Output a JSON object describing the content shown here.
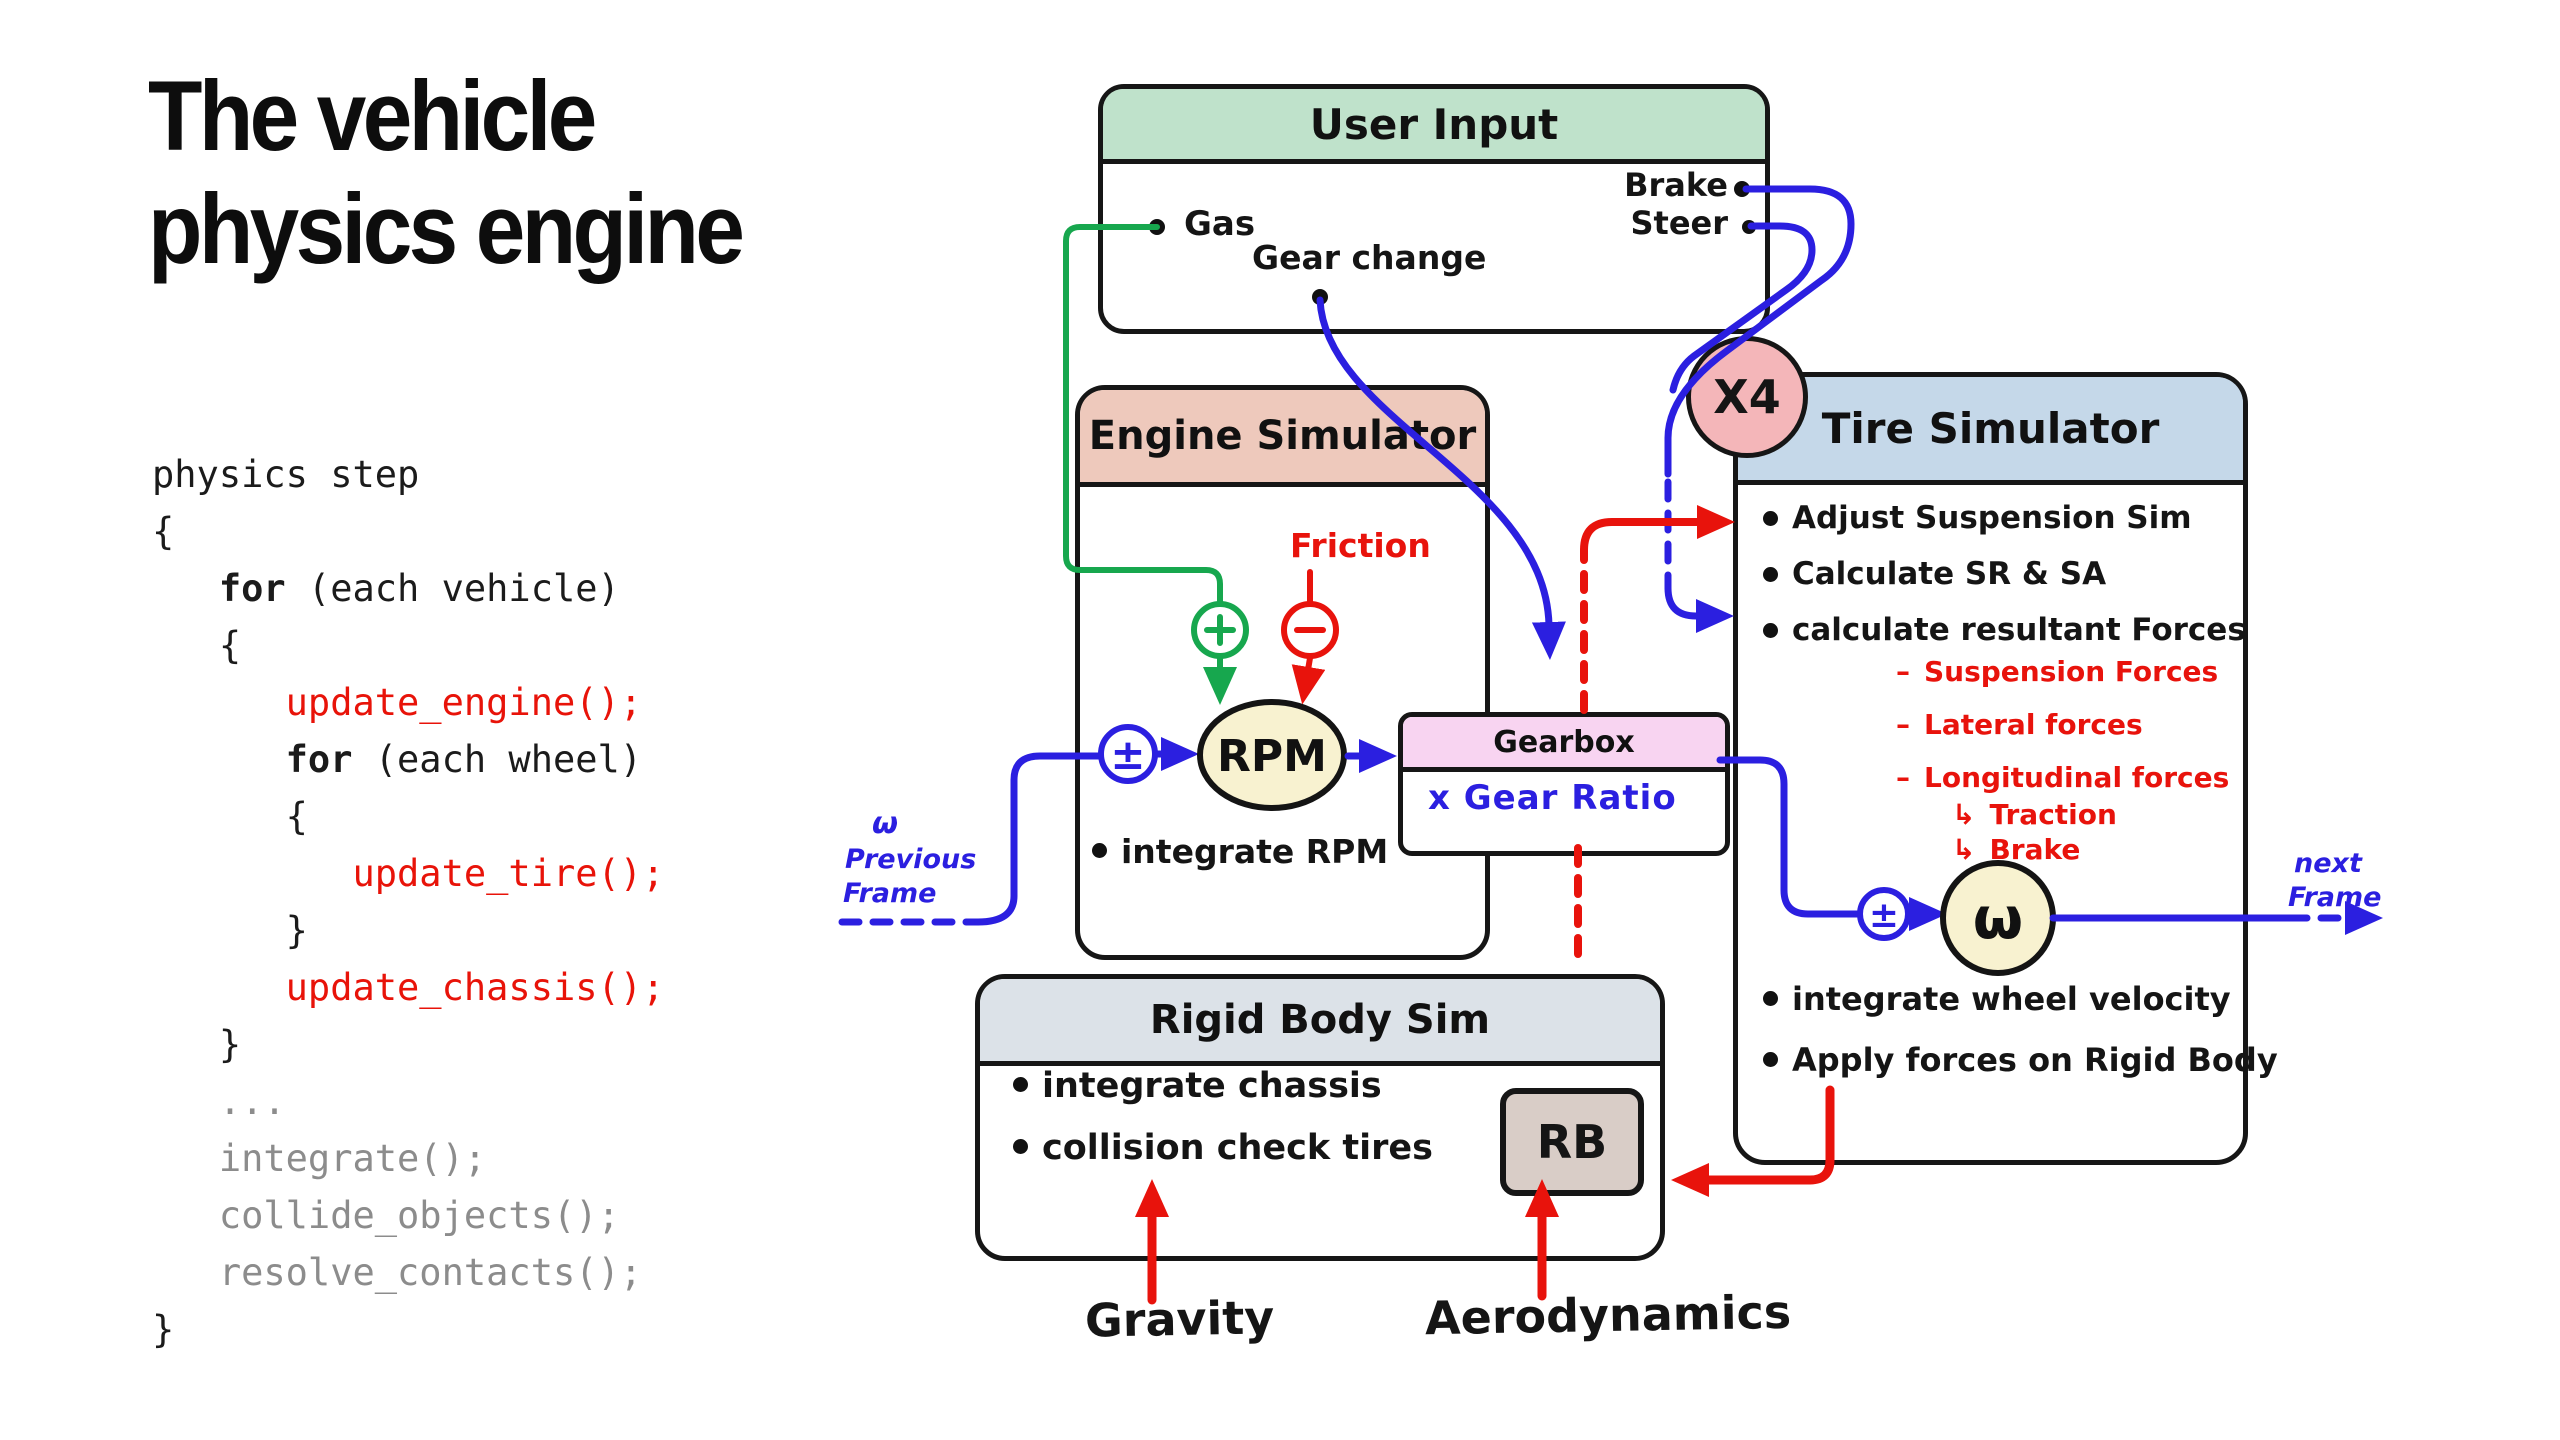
{
  "title": {
    "line1": "The vehicle",
    "line2": "physics engine"
  },
  "code": {
    "lines": [
      [
        {
          "t": "physics step",
          "c": "k"
        }
      ],
      [
        {
          "t": "{",
          "c": "k"
        }
      ],
      [
        {
          "t": "   ",
          "c": "k"
        },
        {
          "t": "for",
          "c": "k",
          "b": 1
        },
        {
          "t": " (each vehicle)",
          "c": "k"
        }
      ],
      [
        {
          "t": "   {",
          "c": "k"
        }
      ],
      [
        {
          "t": "      ",
          "c": "k"
        },
        {
          "t": "update_engine();",
          "c": "r"
        }
      ],
      [
        {
          "t": "      ",
          "c": "k"
        },
        {
          "t": "for",
          "c": "k",
          "b": 1
        },
        {
          "t": " (each wheel)",
          "c": "k"
        }
      ],
      [
        {
          "t": "      {",
          "c": "k"
        }
      ],
      [
        {
          "t": "         ",
          "c": "k"
        },
        {
          "t": "update_tire();",
          "c": "r"
        }
      ],
      [
        {
          "t": "      }",
          "c": "k"
        }
      ],
      [
        {
          "t": "      ",
          "c": "k"
        },
        {
          "t": "update_chassis();",
          "c": "r"
        }
      ],
      [
        {
          "t": "   }",
          "c": "k"
        }
      ],
      [
        {
          "t": "   ...",
          "c": "g"
        }
      ],
      [
        {
          "t": "   integrate();",
          "c": "g"
        }
      ],
      [
        {
          "t": "   collide_objects();",
          "c": "g"
        }
      ],
      [
        {
          "t": "   resolve_contacts();",
          "c": "g"
        }
      ],
      [
        {
          "t": "}",
          "c": "k"
        }
      ]
    ]
  },
  "diagram": {
    "user_input": {
      "title": "User Input",
      "gas": "Gas",
      "brake": "Brake",
      "steer": "Steer",
      "gear_change": "Gear change"
    },
    "engine": {
      "title": "Engine Simulator",
      "friction": "Friction",
      "rpm": "RPM",
      "bullet": "integrate RPM",
      "pm": "±"
    },
    "gearbox": {
      "title": "Gearbox",
      "body": "x  Gear Ratio"
    },
    "tire": {
      "title": "Tire Simulator",
      "badge": "X4",
      "bullets": [
        "Adjust Suspension Sim",
        "Calculate SR & SA",
        "calculate resultant Forces"
      ],
      "force_items": [
        "Suspension Forces",
        "Lateral forces",
        "Longitudinal forces"
      ],
      "force_subitems": [
        "Traction",
        "Brake"
      ],
      "pm": "±",
      "omega": "ω",
      "bottom_bullets": [
        "integrate wheel velocity",
        "Apply forces on Rigid Body"
      ]
    },
    "rigid": {
      "title": "Rigid Body Sim",
      "bullets": [
        "integrate chassis",
        "collision check tires"
      ],
      "badge": "RB"
    },
    "labels": {
      "gravity": "Gravity",
      "aerodynamics": "Aerodynamics"
    },
    "flow": {
      "prev1": "ω",
      "prev2": "Previous",
      "prev3": "Frame",
      "next1": "next",
      "next2": "Frame"
    },
    "glyphs": {
      "dash": "–",
      "sub_arrow": "↳"
    }
  },
  "colors": {
    "accent_blue": "#2b1fe0",
    "accent_red": "#e8130c",
    "accent_green": "#17a74e",
    "user_input_header": "#bfe2cb",
    "engine_header": "#eec9bc",
    "gearbox_header": "#f8d4f1",
    "tire_header": "#c5d8e9",
    "rigid_header": "#dce2e8",
    "x4_badge": "#f4b6b9",
    "rb_badge": "#d9cdc7",
    "node_fill": "#f8f2d0",
    "code_red": "#e81309",
    "code_gray": "#8c8c8c"
  }
}
